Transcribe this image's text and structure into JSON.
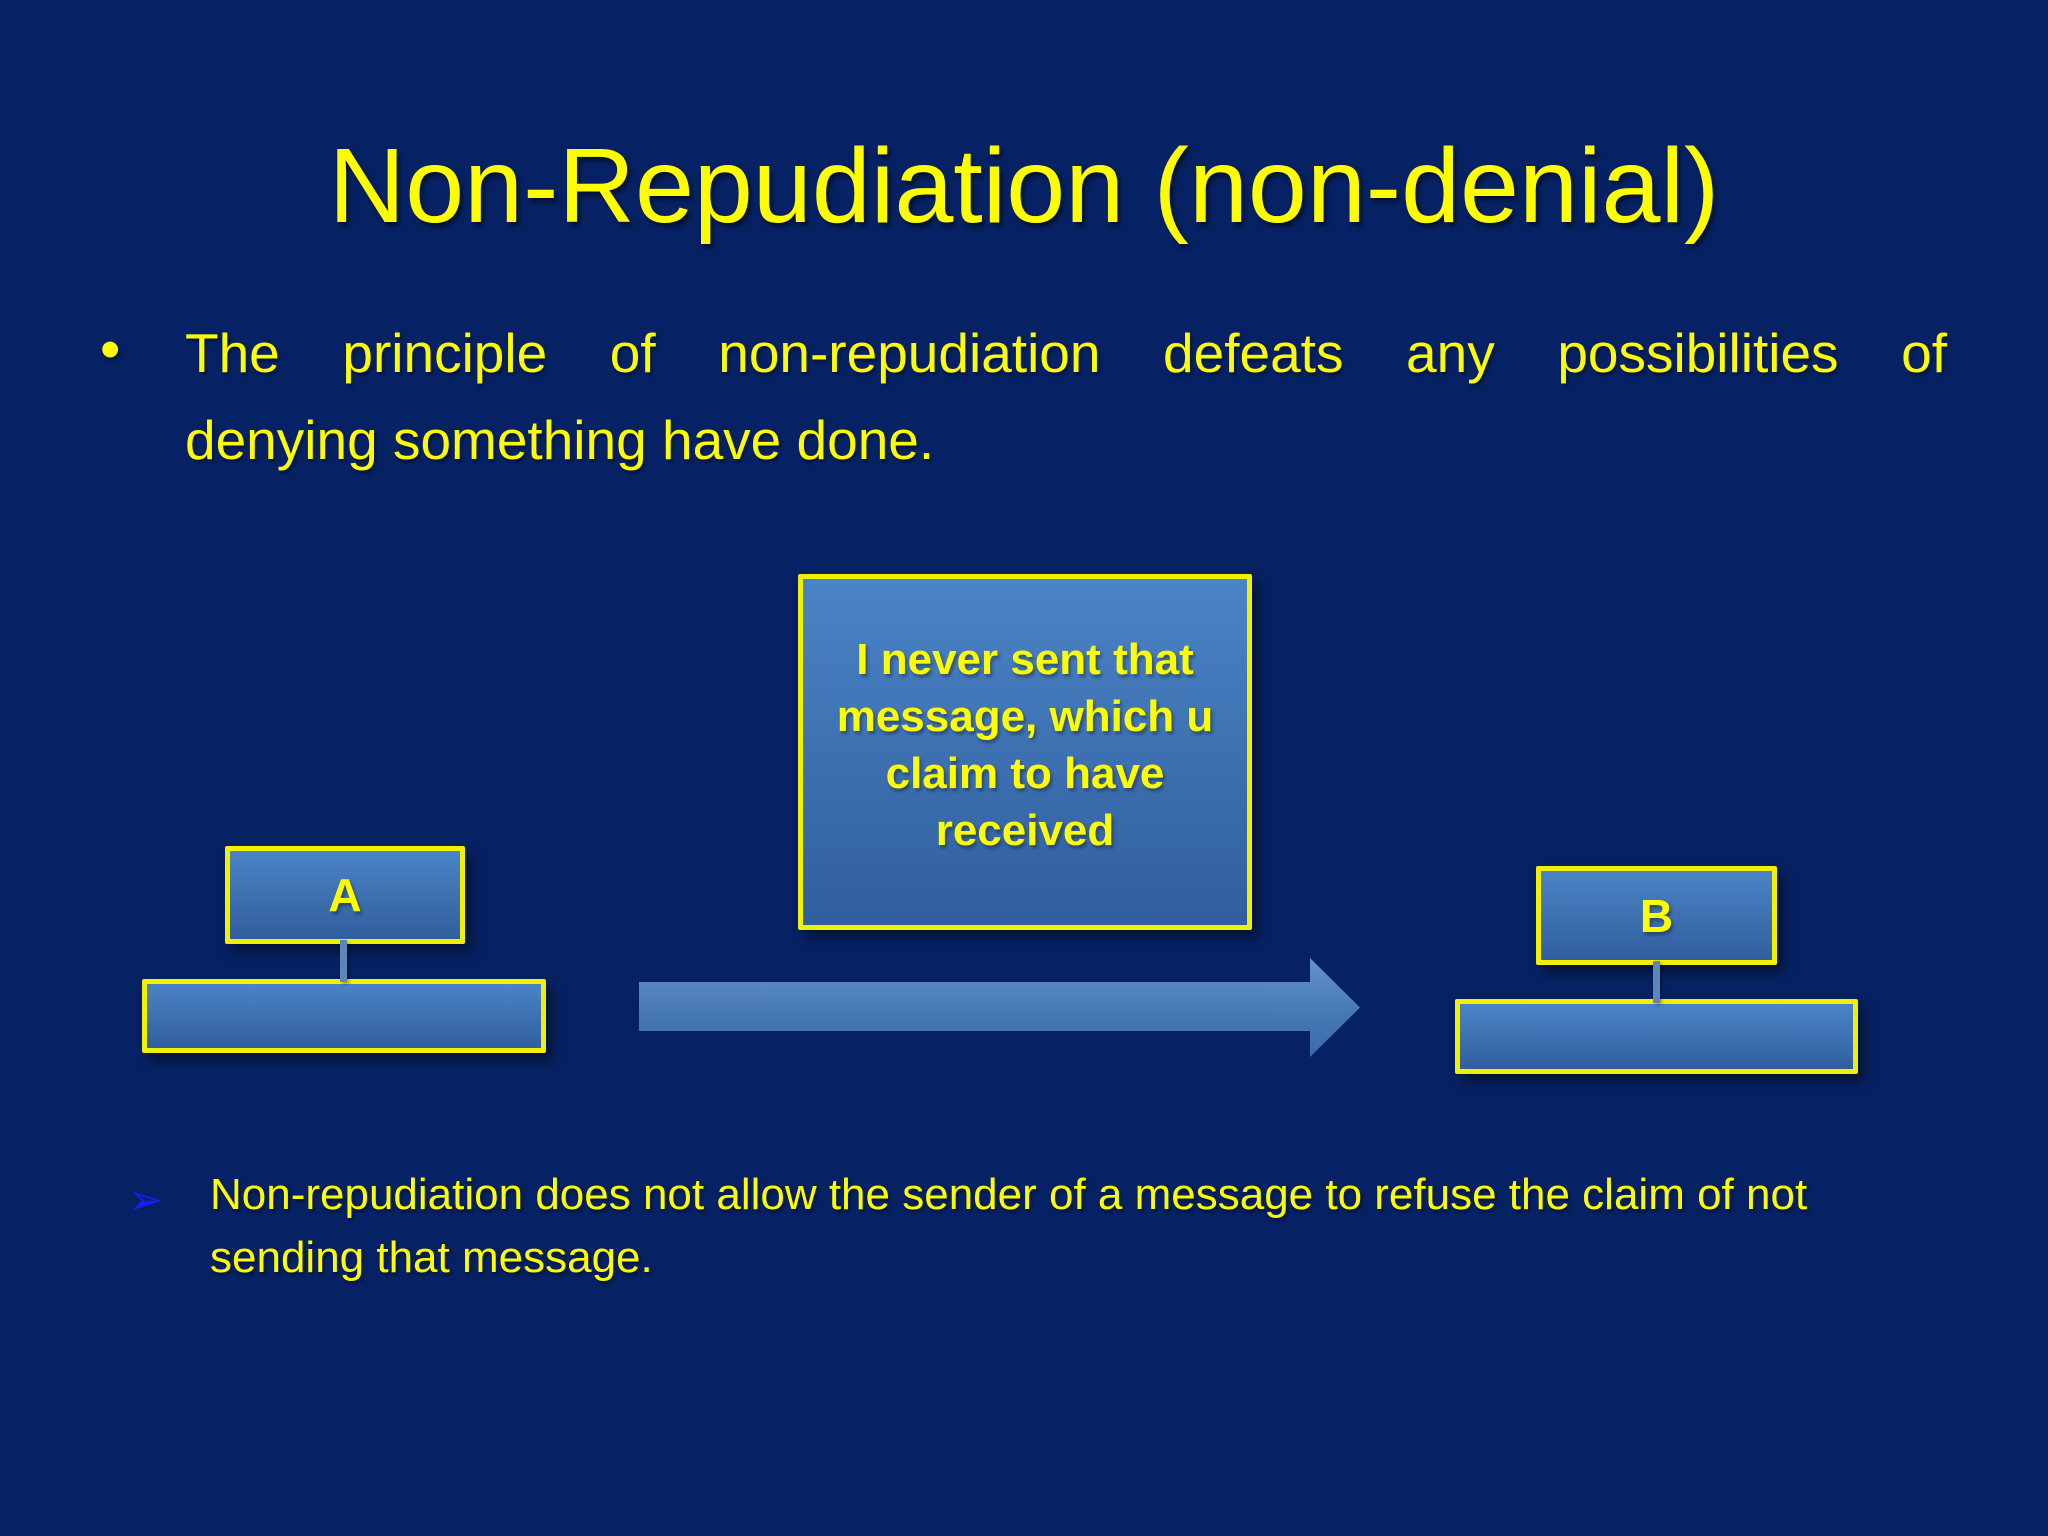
{
  "slide": {
    "title": "Non-Repudiation (non-denial)",
    "intro_bullet": {
      "marker": "•",
      "lines": [
        "The principle of non-repudiation defeats any possibilities of",
        "denying something have done."
      ]
    },
    "diagram": {
      "claim_box_lines": [
        "I never sent that",
        "message, which u",
        "claim to have",
        "received"
      ],
      "sender_label": "A",
      "receiver_label": "B"
    },
    "note_bullet": {
      "marker": "➢",
      "lines": [
        "Non-repudiation does not allow the sender of a message to refuse the claim of not",
        "sending that message."
      ]
    },
    "colors": {
      "background": "#072264",
      "text_yellow": "#fdfd00",
      "border_yellow": "#f0f000",
      "box_fill_top": "#4b84c6",
      "box_fill_bottom": "#305e9e",
      "arrow_fill_top": "#6493cd",
      "arrow_fill_bottom": "#3a6aab",
      "connector": "#5d85b8",
      "bullet_blue": "#1b1bff"
    }
  }
}
